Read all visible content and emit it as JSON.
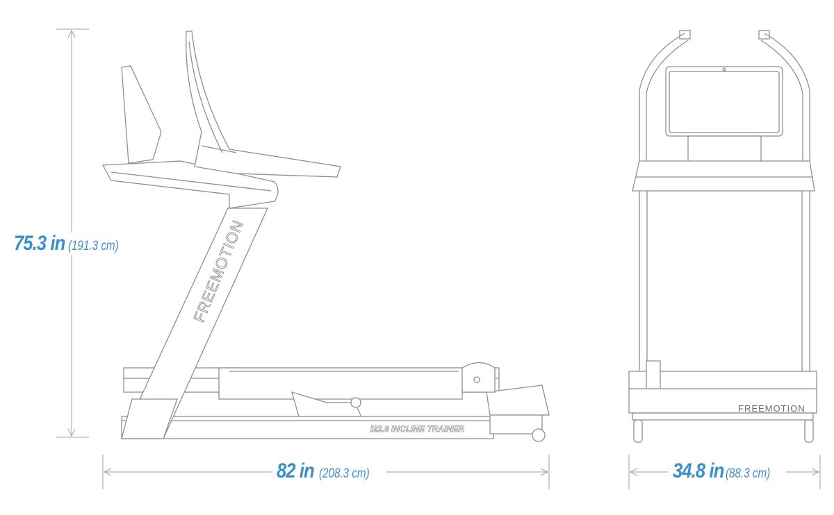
{
  "dimensions": {
    "height": {
      "imperial": "75.3 in",
      "metric": "(191.3 cm)"
    },
    "length": {
      "imperial": "82 in",
      "metric": "(208.3 cm)"
    },
    "width": {
      "imperial": "34.8 in",
      "metric": "(88.3 cm)"
    }
  },
  "product": {
    "brand_side": "FREEMOTION",
    "brand_front": "FREEMOTION",
    "model_label": "i22.9 INCLINE TRAINER"
  },
  "colors": {
    "accent": "#3a8fc8",
    "line": "#8e8e8e"
  }
}
